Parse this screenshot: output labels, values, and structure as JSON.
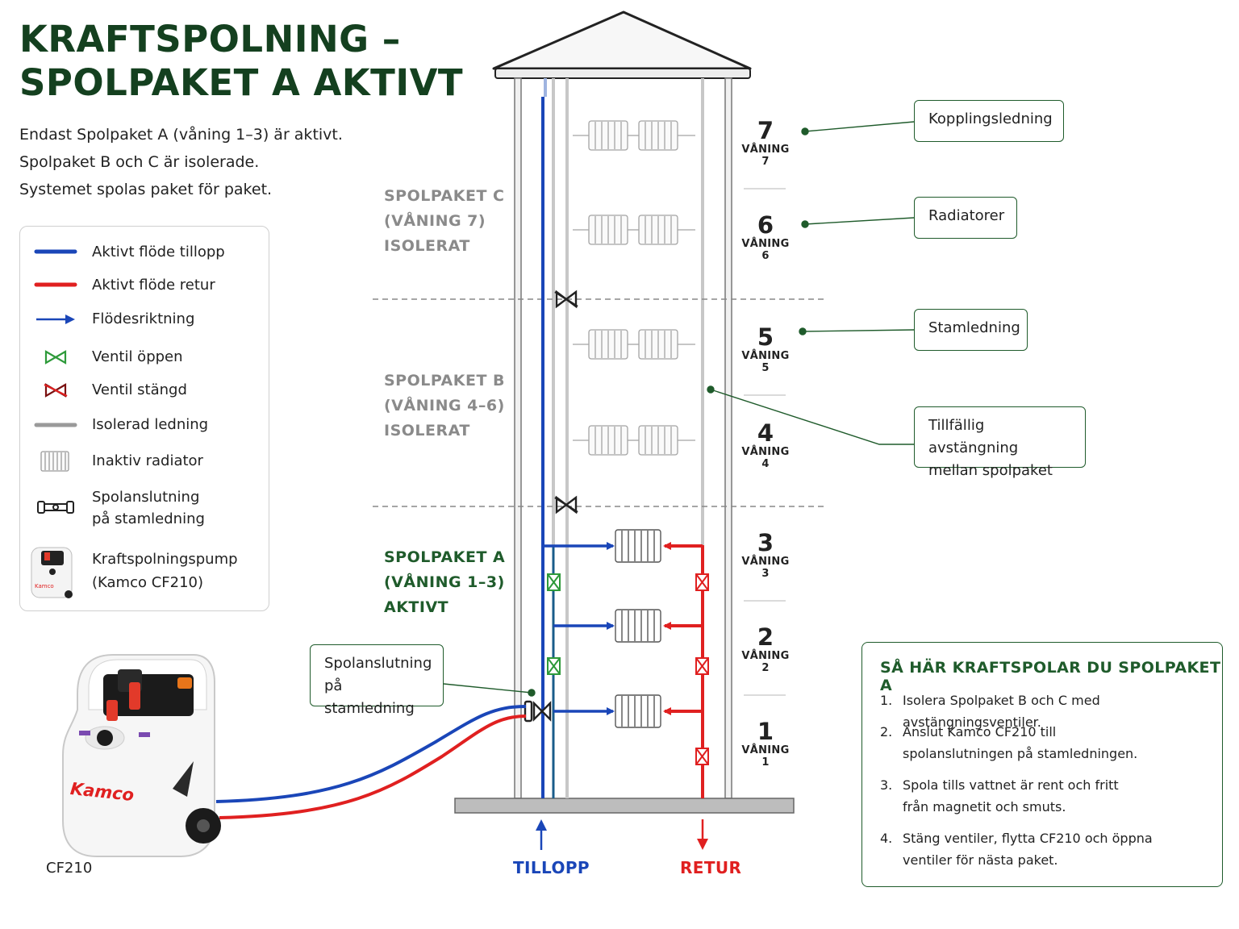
{
  "title_line1": "KRAFTSPOLNING –",
  "title_line2": "SPOLPAKET A AKTIVT",
  "intro": [
    "Endast Spolpaket A (våning 1–3) är aktivt.",
    "Spolpaket B och C är isolerade.",
    "Systemet spolas paket för paket."
  ],
  "legend": [
    {
      "icon": "blue-line-icon",
      "label1": "Aktivt flöde tillopp",
      "label2": ""
    },
    {
      "icon": "red-line-icon",
      "label1": "Aktivt flöde retur",
      "label2": ""
    },
    {
      "icon": "arrow-right-icon",
      "label1": "Flödesriktning",
      "label2": ""
    },
    {
      "icon": "valve-open-icon",
      "label1": "Ventil öppen",
      "label2": ""
    },
    {
      "icon": "valve-closed-icon",
      "label1": "Ventil stängd",
      "label2": ""
    },
    {
      "icon": "gray-line-icon",
      "label1": "Isolerad ledning",
      "label2": ""
    },
    {
      "icon": "radiator-icon",
      "label1": "Inaktiv radiator",
      "label2": ""
    },
    {
      "icon": "flush-connection-icon",
      "label1": "Spolanslutning",
      "label2": "på stamledning"
    },
    {
      "icon": "pump-icon",
      "label1": "Kraftspolningspump",
      "label2": "(Kamco CF210)"
    }
  ],
  "packs": {
    "c": [
      "SPOLPAKET C",
      "(VÅNING 7)",
      "ISOLERAT"
    ],
    "b": [
      "SPOLPAKET B",
      "(VÅNING 4–6)",
      "ISOLERAT"
    ],
    "a": [
      "SPOLPAKET A",
      "(VÅNING 1–3)",
      "AKTIVT"
    ]
  },
  "floors": [
    {
      "num": "7",
      "label": "VÅNING 7"
    },
    {
      "num": "6",
      "label": "VÅNING 6"
    },
    {
      "num": "5",
      "label": "VÅNING 5"
    },
    {
      "num": "4",
      "label": "VÅNING 4"
    },
    {
      "num": "3",
      "label": "VÅNING 3"
    },
    {
      "num": "2",
      "label": "VÅNING 2"
    },
    {
      "num": "1",
      "label": "VÅNING 1"
    }
  ],
  "callouts": {
    "kopplingsledning": "Kopplingsledning",
    "radiatorer": "Radiatorer",
    "stamledning": "Stamledning",
    "avstangning1": "Tillfällig avstängning",
    "avstangning2": "mellan spolpaket",
    "spolanslutning1": "Spolanslutning",
    "spolanslutning2": "på stamledning"
  },
  "pump": {
    "brand": "Kamco",
    "model": "CF210"
  },
  "flow": {
    "supply": "TILLOPP",
    "return": "RETUR"
  },
  "steps": {
    "title": "SÅ HÄR KRAFTSPOLAR DU SPOLPAKET A",
    "items": [
      {
        "n": "1.",
        "text": "Isolera Spolpaket B och C med avstängningsventiler."
      },
      {
        "n": "2.",
        "text": "Anslut Kamco CF210 till spolanslutningen på stamledningen."
      },
      {
        "n": "3.",
        "text": "Spola tills vattnet är rent och fritt från magnetit och smuts."
      },
      {
        "n": "4.",
        "text": "Stäng ventiler, flytta CF210 och öppna ventiler för nästa paket."
      }
    ]
  },
  "colors": {
    "supply": "#1a46b8",
    "return": "#e02020",
    "valve_open": "#2e9a3a",
    "valve_closed": "#e02020",
    "isolated": "#9a9a9a",
    "accent": "#1f5b2b"
  }
}
